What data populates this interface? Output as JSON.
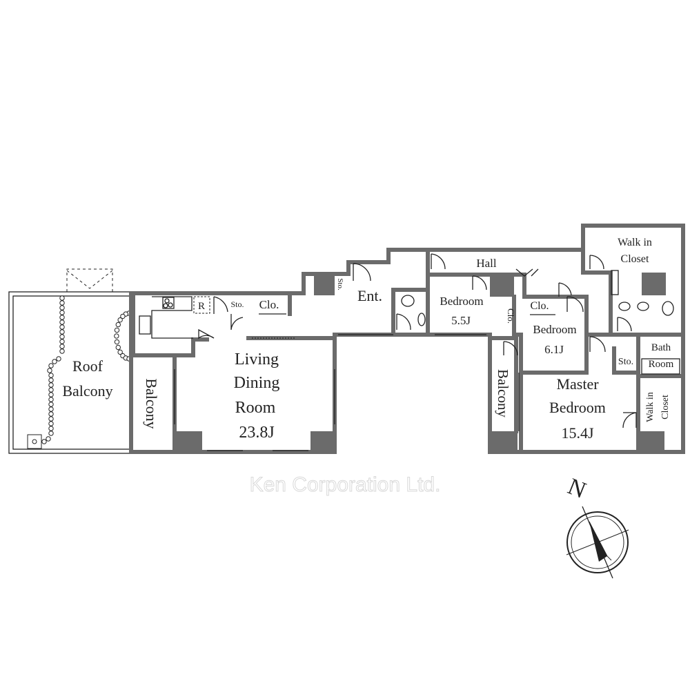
{
  "rooms": {
    "roof_balcony": [
      "Roof",
      "Balcony"
    ],
    "balcony_left": "Balcony",
    "kitchen_fridge": "R",
    "kitchen_storage": "Sto.",
    "closet_left": "Clo.",
    "living": [
      "Living",
      "Dining",
      "Room",
      "23.8J"
    ],
    "entrance_storage": "Sto.",
    "entrance": "Ent.",
    "hall": "Hall",
    "bedroom1": [
      "Bedroom",
      "5.5J"
    ],
    "closet_bed1": "Clo.",
    "closet_bed2": "Clo.",
    "bedroom2": [
      "Bedroom",
      "6.1J"
    ],
    "balcony_right": "Balcony",
    "master": [
      "Master",
      "Bedroom",
      "15.4J"
    ],
    "walk_in_closet_top": [
      "Walk in",
      "Closet"
    ],
    "storage_right": "Sto.",
    "bath": [
      "Bath",
      "Room"
    ],
    "walk_in_closet_right": [
      "Walk in",
      "Closet"
    ]
  },
  "compass": {
    "label": "N"
  },
  "watermark": "Ken Corporation Ltd.",
  "colors": {
    "wall": "#6b6b6b",
    "line": "#222222"
  }
}
